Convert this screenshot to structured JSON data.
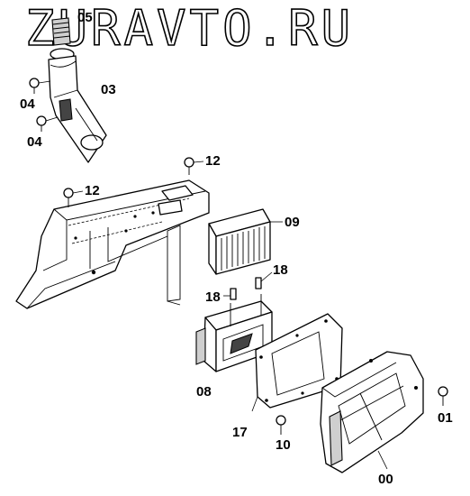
{
  "watermark": "ZURAVTO.RU",
  "labels": {
    "p05": "05",
    "p03": "03",
    "p04a": "04",
    "p04b": "04",
    "p12a": "12",
    "p12b": "12",
    "p09": "09",
    "p18a": "18",
    "p18b": "18",
    "p08": "08",
    "p17": "17",
    "p10": "10",
    "p00": "00",
    "p01": "01"
  }
}
